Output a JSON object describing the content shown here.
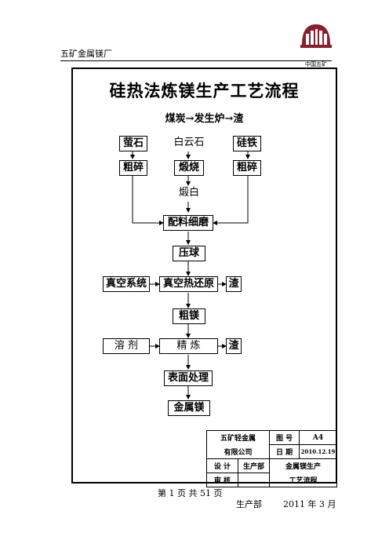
{
  "header": {
    "company": "五矿金属镁厂",
    "logo_text": "中国五矿"
  },
  "title": "硅热法炼镁生产工艺流程",
  "subtitle": "煤炭→发生炉→渣",
  "flow": {
    "fluorite": "萤石",
    "dolomite": "白云石",
    "ferrosilicon": "硅铁",
    "crush_left": "粗碎",
    "calcine": "煅烧",
    "crush_right": "粗碎",
    "calcined_dolomite": "煅白",
    "mix_grind": "配料细磨",
    "press": "压球",
    "vacuum_system": "真空系统",
    "vacuum_reduction": "真空热还原",
    "slag1": "渣",
    "crude_mg": "粗镁",
    "flux": "溶 剂",
    "refine": "精 炼",
    "slag2": "渣",
    "surface": "表面处理",
    "mg_metal": "金属镁"
  },
  "title_block": {
    "company_line1": "五矿轻金属",
    "company_line2": "有限公司",
    "drawing_no_label": "图 号",
    "drawing_no": "A4",
    "date_label": "日 期",
    "date": "2010.12.19",
    "design_label": "设 计",
    "design_dept": "生产部",
    "review_label": "审 核",
    "name_line1": "金属镁生产",
    "name_line2": "工艺流程"
  },
  "footer": {
    "page": "第 1 页 共 51 页",
    "dept": "生产部",
    "date": "2011 年 3 月"
  }
}
